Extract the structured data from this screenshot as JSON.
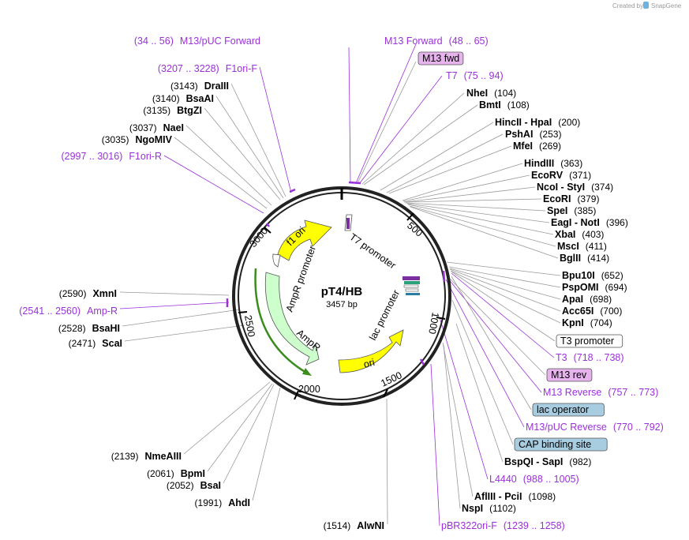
{
  "plasmid": {
    "name": "pT4/HB",
    "size": "3457 bp"
  },
  "credit": {
    "prefix": "Created by",
    "brand": "SnapGene"
  },
  "ruler": [
    "500",
    "1000",
    "1500",
    "2000",
    "2500",
    "3000"
  ],
  "colors": {
    "primer": "#9b30d9",
    "ori": "#ffff00",
    "ampr": "#ccffcc",
    "feature_box_blue": "#a8cce0",
    "feature_box_purple": "#e6b3ec"
  },
  "features": {
    "f1_ori": "f1 ori",
    "ampr_promoter": "AmpR promoter",
    "ampr": "AmpR",
    "ori": "ori",
    "t7_promoter": "T7 promoter",
    "lac_promoter": "lac promoter"
  },
  "labels": [
    {
      "pos": "(34 .. 56)",
      "name": "M13/pUC Forward",
      "kind": "primer-left"
    },
    {
      "name": "M13 Forward",
      "pos": "(48 .. 65)",
      "kind": "primer"
    },
    {
      "name": "M13 fwd",
      "kind": "box-purple"
    },
    {
      "name": "T7",
      "pos": "(75 .. 94)",
      "kind": "primer"
    },
    {
      "name": "NheI",
      "pos": "(104)",
      "kind": "site"
    },
    {
      "name": "BmtI",
      "pos": "(108)",
      "kind": "site"
    },
    {
      "name": "HincII - HpaI",
      "pos": "(200)",
      "kind": "site"
    },
    {
      "name": "PshAI",
      "pos": "(253)",
      "kind": "site"
    },
    {
      "name": "MfeI",
      "pos": "(269)",
      "kind": "site"
    },
    {
      "name": "HindIII",
      "pos": "(363)",
      "kind": "site"
    },
    {
      "name": "EcoRV",
      "pos": "(371)",
      "kind": "site"
    },
    {
      "name": "NcoI - StyI",
      "pos": "(374)",
      "kind": "site"
    },
    {
      "name": "EcoRI",
      "pos": "(379)",
      "kind": "site"
    },
    {
      "name": "SpeI",
      "pos": "(385)",
      "kind": "site"
    },
    {
      "name": "EagI - NotI",
      "pos": "(396)",
      "kind": "site"
    },
    {
      "name": "XbaI",
      "pos": "(403)",
      "kind": "site"
    },
    {
      "name": "MscI",
      "pos": "(411)",
      "kind": "site"
    },
    {
      "name": "BglII",
      "pos": "(414)",
      "kind": "site"
    },
    {
      "name": "Bpu10I",
      "pos": "(652)",
      "kind": "site"
    },
    {
      "name": "PspOMI",
      "pos": "(694)",
      "kind": "site"
    },
    {
      "name": "ApaI",
      "pos": "(698)",
      "kind": "site"
    },
    {
      "name": "Acc65I",
      "pos": "(700)",
      "kind": "site"
    },
    {
      "name": "KpnI",
      "pos": "(704)",
      "kind": "site"
    },
    {
      "name": "T3 promoter",
      "kind": "box-white"
    },
    {
      "name": "T3",
      "pos": "(718 .. 738)",
      "kind": "primer"
    },
    {
      "name": "M13 rev",
      "kind": "box-purple"
    },
    {
      "name": "M13 Reverse",
      "pos": "(757 .. 773)",
      "kind": "primer"
    },
    {
      "name": "lac operator",
      "kind": "box-blue"
    },
    {
      "name": "M13/pUC Reverse",
      "pos": "(770 .. 792)",
      "kind": "primer"
    },
    {
      "name": "CAP binding site",
      "kind": "box-blue"
    },
    {
      "name": "BspQI - SapI",
      "pos": "(982)",
      "kind": "site"
    },
    {
      "name": "L4440",
      "pos": "(988 .. 1005)",
      "kind": "primer"
    },
    {
      "name": "AflIII - PciI",
      "pos": "(1098)",
      "kind": "site"
    },
    {
      "name": "NspI",
      "pos": "(1102)",
      "kind": "site"
    },
    {
      "name": "pBR322ori-F",
      "pos": "(1239 .. 1258)",
      "kind": "primer"
    },
    {
      "pos": "(1514)",
      "name": "AlwNI",
      "kind": "site-left"
    },
    {
      "pos": "(1991)",
      "name": "AhdI",
      "kind": "site-left"
    },
    {
      "pos": "(2052)",
      "name": "BsaI",
      "kind": "site-left"
    },
    {
      "pos": "(2061)",
      "name": "BpmI",
      "kind": "site-left"
    },
    {
      "pos": "(2139)",
      "name": "NmeAIII",
      "kind": "site-left"
    },
    {
      "pos": "(2471)",
      "name": "ScaI",
      "kind": "site-left"
    },
    {
      "pos": "(2528)",
      "name": "BsaHI",
      "kind": "site-left"
    },
    {
      "pos": "(2541 .. 2560)",
      "name": "Amp-R",
      "kind": "primer-left"
    },
    {
      "pos": "(2590)",
      "name": "XmnI",
      "kind": "site-left"
    },
    {
      "pos": "(2997 .. 3016)",
      "name": "F1ori-R",
      "kind": "primer-left"
    },
    {
      "pos": "(3035)",
      "name": "NgoMIV",
      "kind": "site-left"
    },
    {
      "pos": "(3037)",
      "name": "NaeI",
      "kind": "site-left"
    },
    {
      "pos": "(3135)",
      "name": "BtgZI",
      "kind": "site-left"
    },
    {
      "pos": "(3140)",
      "name": "BsaAI",
      "kind": "site-left"
    },
    {
      "pos": "(3143)",
      "name": "DraIII",
      "kind": "site-left"
    },
    {
      "pos": "(3207 .. 3228)",
      "name": "F1ori-F",
      "kind": "primer-left"
    }
  ]
}
